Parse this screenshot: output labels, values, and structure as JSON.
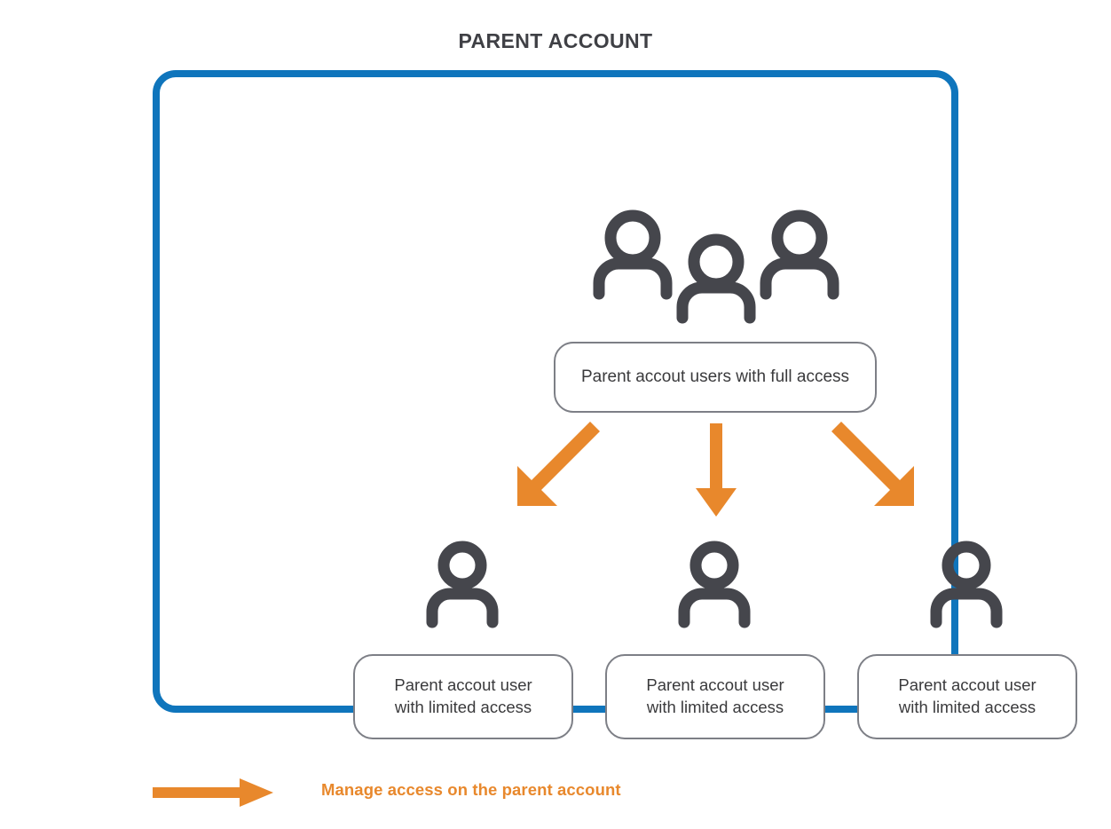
{
  "page": {
    "title": "PARENT ACCOUNT",
    "background_color": "#ffffff"
  },
  "colors": {
    "container_border_blue": "#0f75bc",
    "arrow_orange": "#e8882c",
    "icon_gray": "#45464c",
    "box_border_gray": "#7d7f86",
    "text_dark": "#3a3a3c",
    "title_color": "#3f4045"
  },
  "container": {
    "name": "parent-account-container",
    "top_node": {
      "icon": "three-people-icon",
      "label": "Parent accout users with full access"
    },
    "arrows": [
      {
        "name": "arrow-to-child-1",
        "direction": "down-left",
        "color": "#e8882c"
      },
      {
        "name": "arrow-to-child-2",
        "direction": "down",
        "color": "#e8882c"
      },
      {
        "name": "arrow-to-child-3",
        "direction": "down-right",
        "color": "#e8882c"
      }
    ],
    "child_nodes": [
      {
        "icon": "person-icon",
        "label_line_1": "Parent accout user",
        "label_line_2": "with limited access"
      },
      {
        "icon": "person-icon",
        "label_line_1": "Parent accout user",
        "label_line_2": "with limited access"
      },
      {
        "icon": "person-icon",
        "label_line_1": "Parent accout user",
        "label_line_2": "with limited access"
      }
    ]
  },
  "legend": {
    "arrow_icon": "right-arrow-icon",
    "arrow_color": "#e8882c",
    "text": "Manage access on the parent account"
  }
}
